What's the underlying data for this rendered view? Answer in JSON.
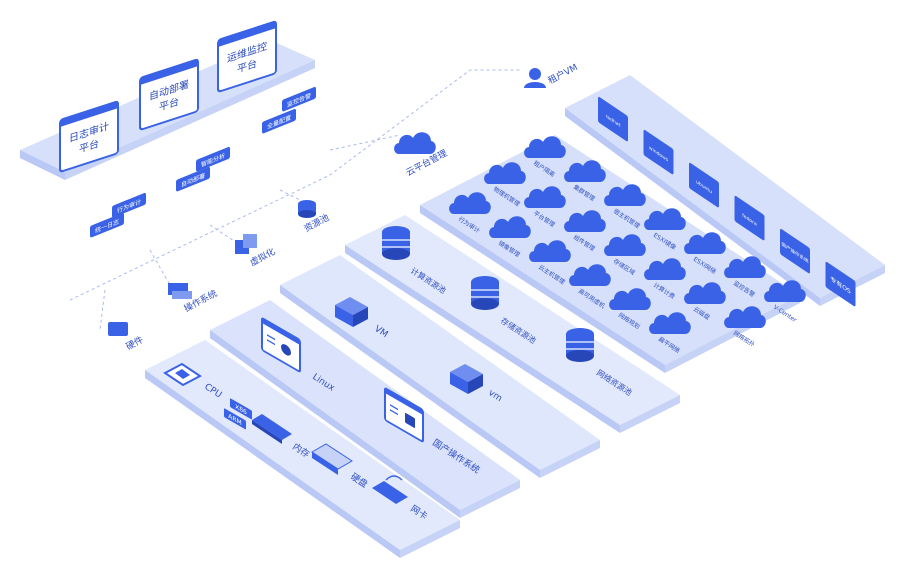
{
  "colors": {
    "primary": "#3a62e6",
    "primary_dark": "#2747b9",
    "slab": "#d6e0fb",
    "slab_edge": "#b9c8f4",
    "slab_light": "#e9effd",
    "label": "#2f4fc3",
    "dash": "#a9baf0"
  },
  "platforms": [
    {
      "lines": [
        "日志审计",
        "平台"
      ]
    },
    {
      "lines": [
        "自动部署",
        "平台"
      ]
    },
    {
      "lines": [
        "运维监控",
        "平台"
      ]
    }
  ],
  "tags": [
    "监控告警",
    "全量配置",
    "智能分析",
    "自动部署",
    "行为审计",
    "统一日志"
  ],
  "layers": {
    "tenant_vm": "租户VM",
    "cloud_mgmt": "云平台管理",
    "resource_pool": "资源池",
    "virtualization": "虚拟化",
    "os": "操作系统",
    "hardware": "硬件"
  },
  "os_list": [
    "redhat",
    "windows",
    "ubuntu",
    "fedora",
    "国产操作系统",
    "专有OS"
  ],
  "cloud_labels": [
    "租户隔离",
    "集群管理",
    "宿主机管理",
    "ESXI镜像",
    "ESXI网络",
    "监控告警",
    "V-Center",
    "物理机管理",
    "平台管理",
    "组件管理",
    "存储区域",
    "计算计费",
    "云磁盘",
    "网络拓扑",
    "行为审计",
    "镜像管理",
    "云主机管理",
    "高可用虚机",
    "网络规划",
    "扁平网络"
  ],
  "resources": {
    "compute": "计算资源池",
    "storage": "存储资源池",
    "network": "网络资源池"
  },
  "virt": {
    "vm_upper": "VM",
    "vm_lower": "vm"
  },
  "os_layer": {
    "linux": "Linux",
    "domestic": "国产操作系统"
  },
  "hardware": {
    "cpu": "CPU",
    "x86": "X86",
    "arm": "ARM",
    "memory": "内存",
    "disk": "硬盘",
    "nic": "网卡"
  }
}
